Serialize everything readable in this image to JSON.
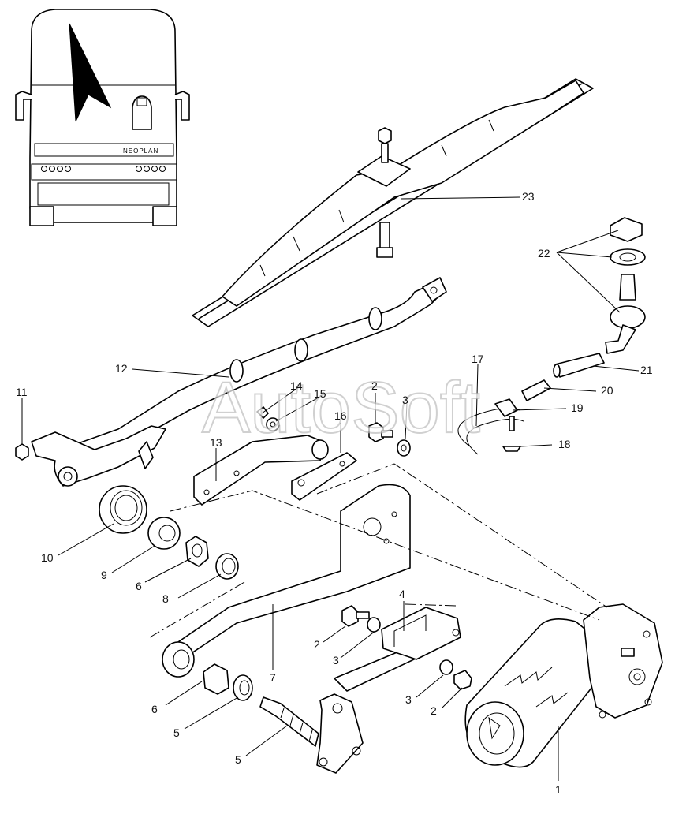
{
  "watermark": "AutoSoft",
  "bus_badge": "NEOPLAN",
  "callouts": [
    "1",
    "2",
    "3",
    "4",
    "5",
    "6",
    "7",
    "8",
    "9",
    "10",
    "11",
    "12",
    "13",
    "14",
    "15",
    "16",
    "17",
    "18",
    "19",
    "20",
    "21",
    "22",
    "23"
  ],
  "colors": {
    "line": "#000000",
    "background": "#ffffff",
    "watermark": "#bdbdbd"
  }
}
